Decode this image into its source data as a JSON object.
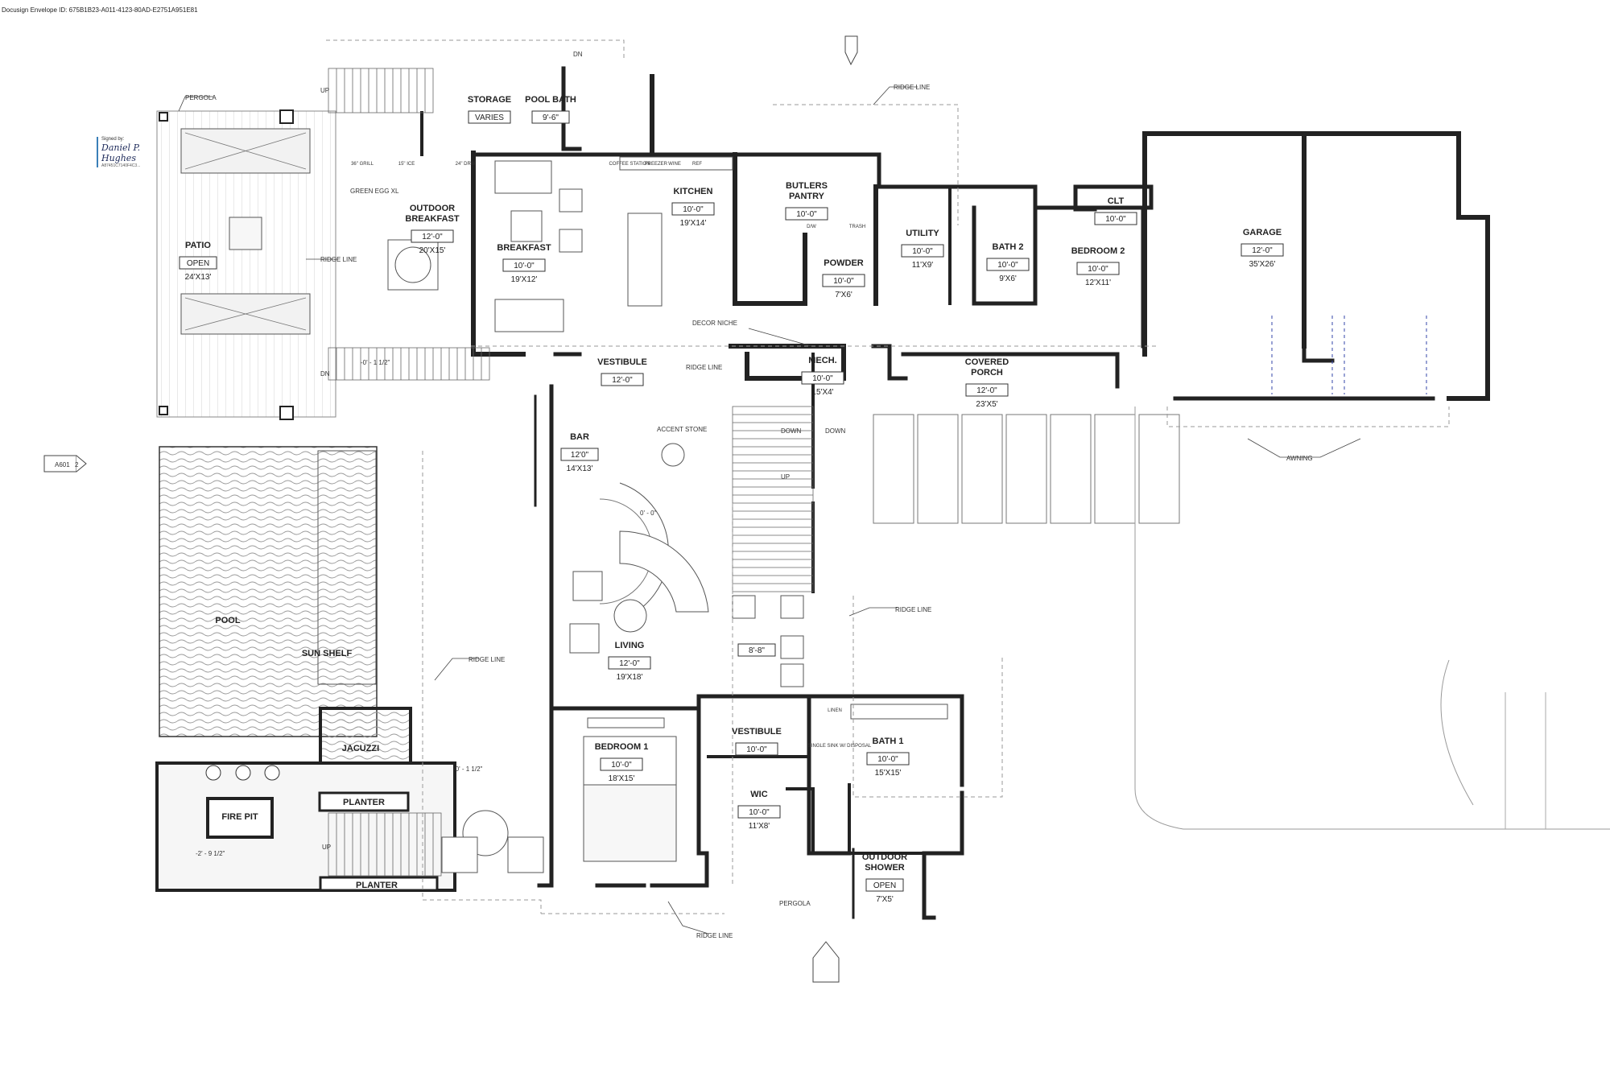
{
  "envelope_id": "Docusign Envelope ID: 675B1B23-A011-4123-80AD-E2751A951E81",
  "signature": {
    "label": "Signed by:",
    "name": "Daniel P. Hughes",
    "code": "A87451C7140F4C3..."
  },
  "rooms": [
    {
      "key": "storage",
      "name": "STORAGE",
      "box": "VARIES",
      "dim": ""
    },
    {
      "key": "pool-bath",
      "name": "POOL BATH",
      "box": "9'-6\"",
      "dim": ""
    },
    {
      "key": "outdoor-breakfast",
      "name": "OUTDOOR BREAKFAST",
      "box": "12'-0\"",
      "dim": "20'X15'"
    },
    {
      "key": "patio",
      "name": "PATIO",
      "box": "OPEN",
      "dim": "24'X13'"
    },
    {
      "key": "breakfast",
      "name": "BREAKFAST",
      "box": "10'-0\"",
      "dim": "19'X12'"
    },
    {
      "key": "kitchen",
      "name": "KITCHEN",
      "box": "10'-0\"",
      "dim": "19'X14'"
    },
    {
      "key": "butlers-pantry",
      "name": "BUTLERS PANTRY",
      "box": "10'-0\"",
      "dim": ""
    },
    {
      "key": "powder",
      "name": "POWDER",
      "box": "10'-0\"",
      "dim": "7'X6'"
    },
    {
      "key": "utility",
      "name": "UTILITY",
      "box": "10'-0\"",
      "dim": "11'X9'"
    },
    {
      "key": "bath-2",
      "name": "BATH 2",
      "box": "10'-0\"",
      "dim": "9'X6'"
    },
    {
      "key": "bedroom-2",
      "name": "BEDROOM 2",
      "box": "10'-0\"",
      "dim": "12'X11'"
    },
    {
      "key": "clt",
      "name": "CLT",
      "box": "10'-0\"",
      "dim": ""
    },
    {
      "key": "garage",
      "name": "GARAGE",
      "box": "12'-0\"",
      "dim": "35'X26'"
    },
    {
      "key": "vestibule-north",
      "name": "VESTIBULE",
      "box": "12'-0\"",
      "dim": ""
    },
    {
      "key": "mech",
      "name": "MECH.",
      "box": "10'-0\"",
      "dim": "15'X4'"
    },
    {
      "key": "covered-porch",
      "name": "COVERED PORCH",
      "box": "12'-0\"",
      "dim": "23'X5'"
    },
    {
      "key": "bar",
      "name": "BAR",
      "box": "12'0\"",
      "dim": "14'X13'"
    },
    {
      "key": "living",
      "name": "LIVING",
      "box": "12'-0\"",
      "dim": "19'X18'"
    },
    {
      "key": "stair-hall",
      "name": "",
      "box": "8'-8\"",
      "dim": ""
    },
    {
      "key": "bedroom-1",
      "name": "BEDROOM 1",
      "box": "10'-0\"",
      "dim": "18'X15'"
    },
    {
      "key": "vestibule-south",
      "name": "VESTIBULE",
      "box": "10'-0\"",
      "dim": ""
    },
    {
      "key": "wic",
      "name": "WIC",
      "box": "10'-0\"",
      "dim": "11'X8'"
    },
    {
      "key": "bath-1",
      "name": "BATH 1",
      "box": "10'-0\"",
      "dim": "15'X15'"
    },
    {
      "key": "outdoor-shower",
      "name": "OUTDOOR SHOWER",
      "box": "OPEN",
      "dim": "7'X5'"
    }
  ],
  "labels": {
    "pergola": "PERGOLA",
    "ridge_line": "RIDGE LINE",
    "pool": "POOL",
    "sun_shelf": "SUN SHELF",
    "jacuzzi": "JACUZZI",
    "planter": "PLANTER",
    "fire_pit": "FIRE PIT",
    "decor_niche": "DECOR NICHE",
    "accent_stone": "ACCENT STONE",
    "awning": "AWNING",
    "down": "DOWN",
    "up": "UP",
    "dn": "DN",
    "green_egg": "GREEN EGG XL",
    "grill": "36\" GRILL",
    "trash": "TRASH",
    "ice": "15\" ICE",
    "drw": "24\" DRW",
    "coffee": "COFFEE STATION",
    "freezer": "FREEZER",
    "wine": "WINE",
    "ref": "REF",
    "dw": "D/W",
    "linen": "LINEN",
    "single_sink": "SINGLE SINK W/ DISPOSAL",
    "sheet_ref": "A601",
    "sheet_num": "2",
    "elev_1": "-0' - 1 1/2\"",
    "elev_2": "0' - 0\"",
    "elev_3": "-0' - 1 1/2\"",
    "elev_4": "-2' - 9 1/2\"",
    "ridge_line_short": "RIDGE LINE"
  }
}
